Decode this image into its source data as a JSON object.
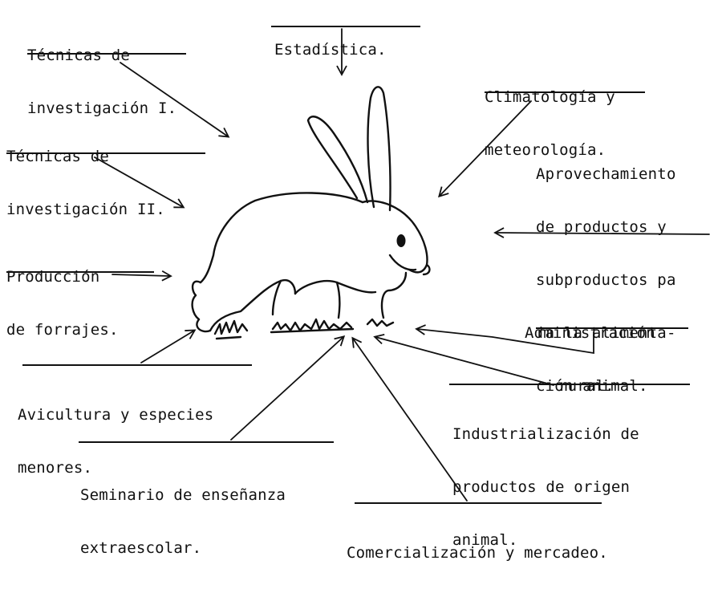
{
  "diagram": {
    "labels": {
      "tecnicas_1": [
        "Técnicas de",
        "investigación I."
      ],
      "estadistica": [
        "Estadística."
      ],
      "climatologia": [
        "Climatología y",
        "meteorología."
      ],
      "tecnicas_2": [
        "Técnicas de",
        "investigación II."
      ],
      "aprovechamiento": [
        "Aprovechamiento",
        "de productos y",
        "subproductos pa",
        "ra la alimenta-",
        "ción animal."
      ],
      "forrajes": [
        "Producción",
        "de forrajes."
      ],
      "administracion": [
        "Administración",
        "rural."
      ],
      "avicultura": [
        "Avicultura y especies",
        "menores."
      ],
      "industrializacion": [
        "Industrialización de",
        "productos de origen",
        "animal."
      ],
      "seminario": [
        "Seminario de enseñanza",
        "extraescolar."
      ],
      "comercializacion": [
        "Comercialización y mercadeo."
      ]
    }
  }
}
